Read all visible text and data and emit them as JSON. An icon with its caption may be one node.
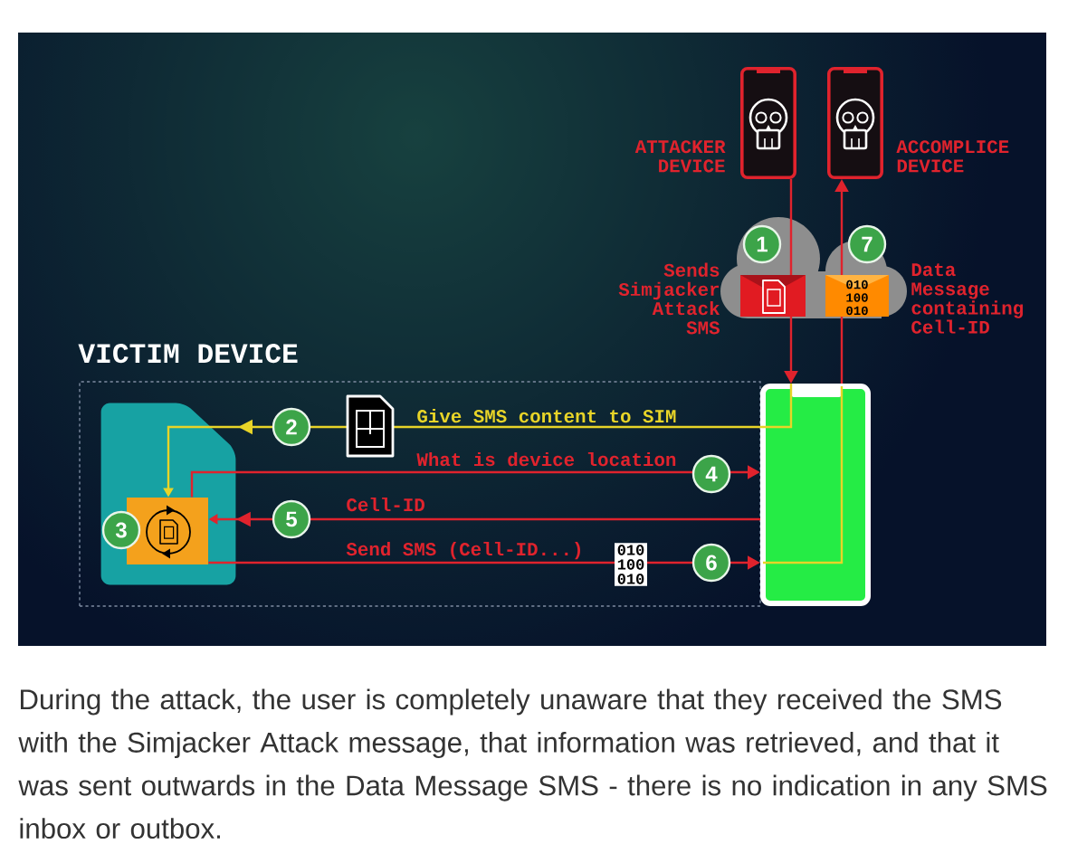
{
  "diagram": {
    "nodes": [
      {
        "text": [
          "ATTACKER DEVICE"
        ]
      },
      {
        "text": [
          "ACCOMPLICE DEVICE"
        ]
      },
      {
        "text": [
          "VICTIM DEVICE"
        ]
      },
      {
        "text": [],
        "shape": "box",
        "in": 2
      },
      {
        "text": [],
        "shape": "box",
        "in": 3
      },
      {
        "text": [],
        "shape": "box"
      }
    ],
    "edges": [
      {
        "from": 0,
        "to": 5,
        "arrow": "to",
        "label": "Sends Simjacker Attack SMS"
      },
      {
        "from": 5,
        "to": 4,
        "arrow": "to",
        "label": "Give SMS content to SIM",
        "color": "#e8d428"
      },
      {
        "from": 4,
        "to": 5,
        "arrow": "to",
        "label": "What is device location"
      },
      {
        "from": 5,
        "to": 4,
        "arrow": "to",
        "label": "Cell-ID"
      },
      {
        "from": 4,
        "to": 5,
        "arrow": "to",
        "label": "Send SMS (Cell-ID...)"
      },
      {
        "from": 5,
        "to": 1,
        "arrow": "to",
        "label": "Data Message containing Cell-ID"
      }
    ],
    "labels": [
      "1",
      "7",
      "010 100 010",
      "2",
      "4",
      "5",
      "3",
      "010 100 010",
      "6"
    ],
    "caption": "During the attack, the user is completely unaware that they received the SMS with the Simjacker Attack message, that information was retrieved, and that it was sent outwards in the Data Message SMS - there is no indication in any SMS inbox or outbox."
  }
}
